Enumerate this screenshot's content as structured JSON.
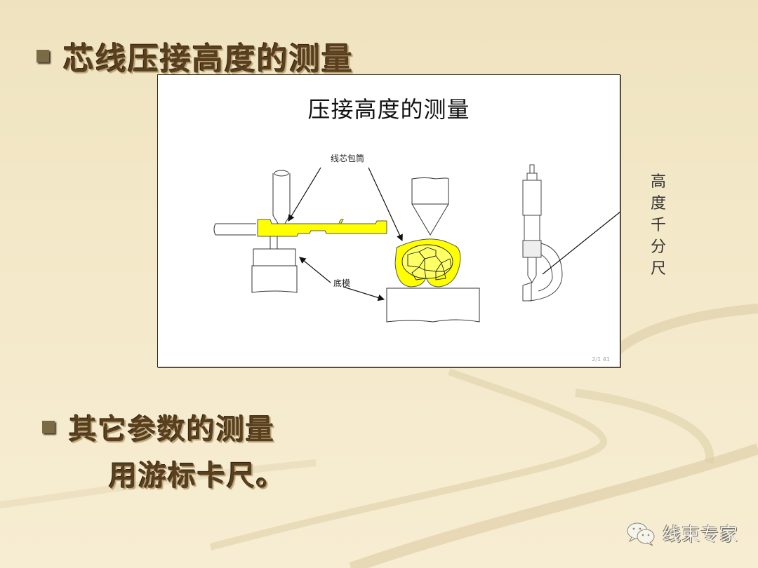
{
  "slide": {
    "heading1": "芯线压接高度的测量",
    "heading2": "其它参数的测量",
    "heading2_sub": "用游标卡尺。",
    "figure": {
      "title": "压接高度的测量",
      "label_barrel": "线芯包筒",
      "label_anvil": "底模",
      "page_number": "2/1 41"
    },
    "side_label": [
      "高",
      "度",
      "千",
      "分",
      "尺"
    ],
    "watermark": {
      "icon": "wechat-icon",
      "text": "线束专家"
    },
    "colors": {
      "background": "#f3e8c8",
      "heading_text": "#5a3f1f",
      "bullet": "#7b6a48",
      "crimp_yellow": "#ffff00"
    }
  }
}
